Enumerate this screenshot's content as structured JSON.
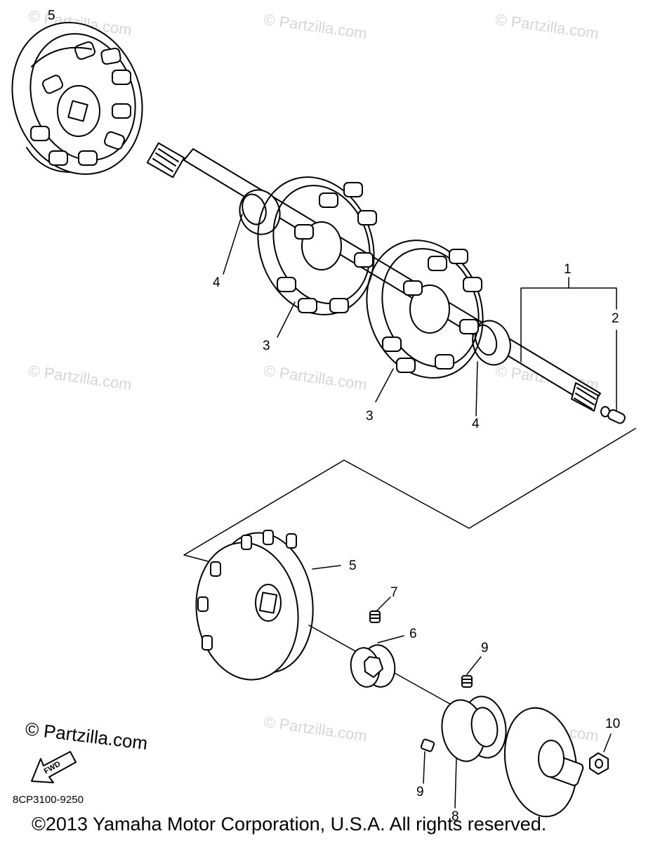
{
  "watermarks": [
    "© Partzilla.com",
    "© Partzilla.com",
    "© Partzilla.com",
    "© Partzilla.com",
    "© Partzilla.com",
    "© Partzilla.com",
    "© Partzilla.com",
    "© Partzilla.com",
    "© Partzilla.com",
    "© Partzilla.com"
  ],
  "callouts": {
    "c5_top": "5",
    "c4_left": "4",
    "c3_left": "3",
    "c1": "1",
    "c2": "2",
    "c3_mid": "3",
    "c4_right": "4",
    "c5_bottom": "5",
    "c7": "7",
    "c6": "6",
    "c9_top": "9",
    "c9_bottom": "9",
    "c8": "8",
    "c10": "10"
  },
  "brand_watermark": "© Partzilla.com",
  "fwd_label": "FWD",
  "drawing_number": "8CP3100-9250",
  "copyright": "©2013 Yamaha Motor Corporation, U.S.A. All rights reserved."
}
